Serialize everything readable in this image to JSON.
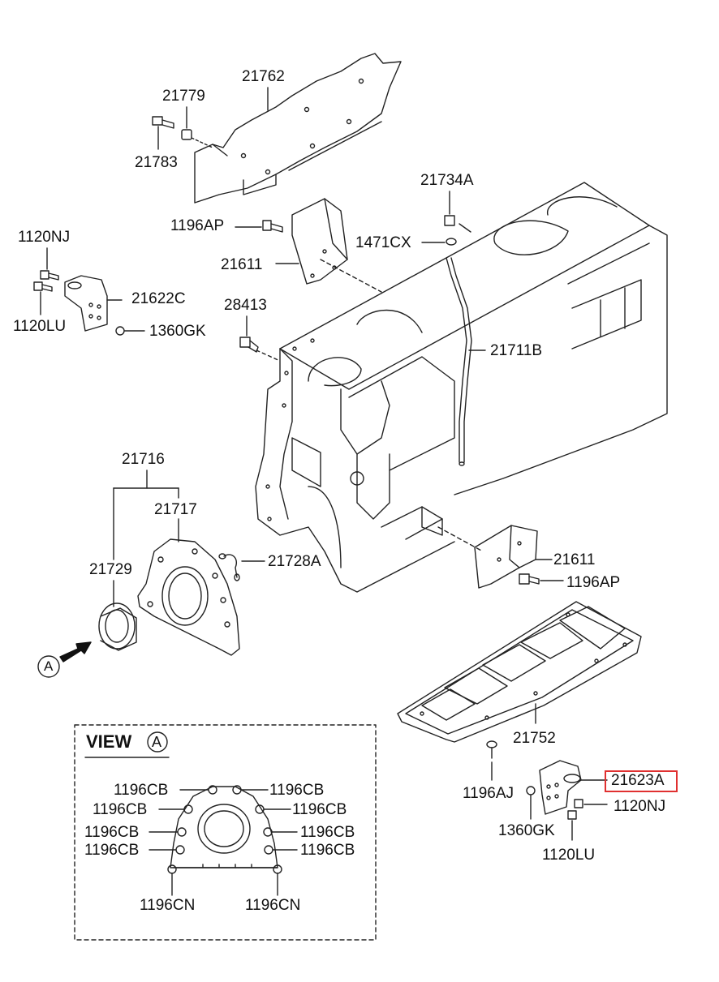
{
  "labels": {
    "p21762": "21762",
    "p21779": "21779",
    "p21783": "21783",
    "p21734A": "21734A",
    "p1196AP_top": "1196AP",
    "p1471CX": "1471CX",
    "p21611_top": "21611",
    "p1120NJ_left": "1120NJ",
    "p21622C": "21622C",
    "p1120LU_left": "1120LU",
    "p1360GK_left": "1360GK",
    "p28413": "28413",
    "p21711B": "21711B",
    "p21716": "21716",
    "p21717": "21717",
    "p21729": "21729",
    "p21728A": "21728A",
    "p21611_bottom": "21611",
    "p1196AP_bottom": "1196AP",
    "p21752": "21752",
    "p1196AJ": "1196AJ",
    "p21623A": "21623A",
    "p1120NJ_right": "1120NJ",
    "p1360GK_right": "1360GK",
    "p1120LU_right": "1120LU",
    "callout_A": "A"
  },
  "view": {
    "title": "VIEW",
    "marker": "A",
    "labels": {
      "cb_top_l": "1196CB",
      "cb_top_r": "1196CB",
      "cb_2_l": "1196CB",
      "cb_2_r": "1196CB",
      "cb_3_l": "1196CB",
      "cb_3_r": "1196CB",
      "cb_4_l": "1196CB",
      "cb_4_r": "1196CB",
      "cn_l": "1196CN",
      "cn_r": "1196CN"
    }
  },
  "highlight": {
    "part": "21623A",
    "color": "#e03030"
  }
}
